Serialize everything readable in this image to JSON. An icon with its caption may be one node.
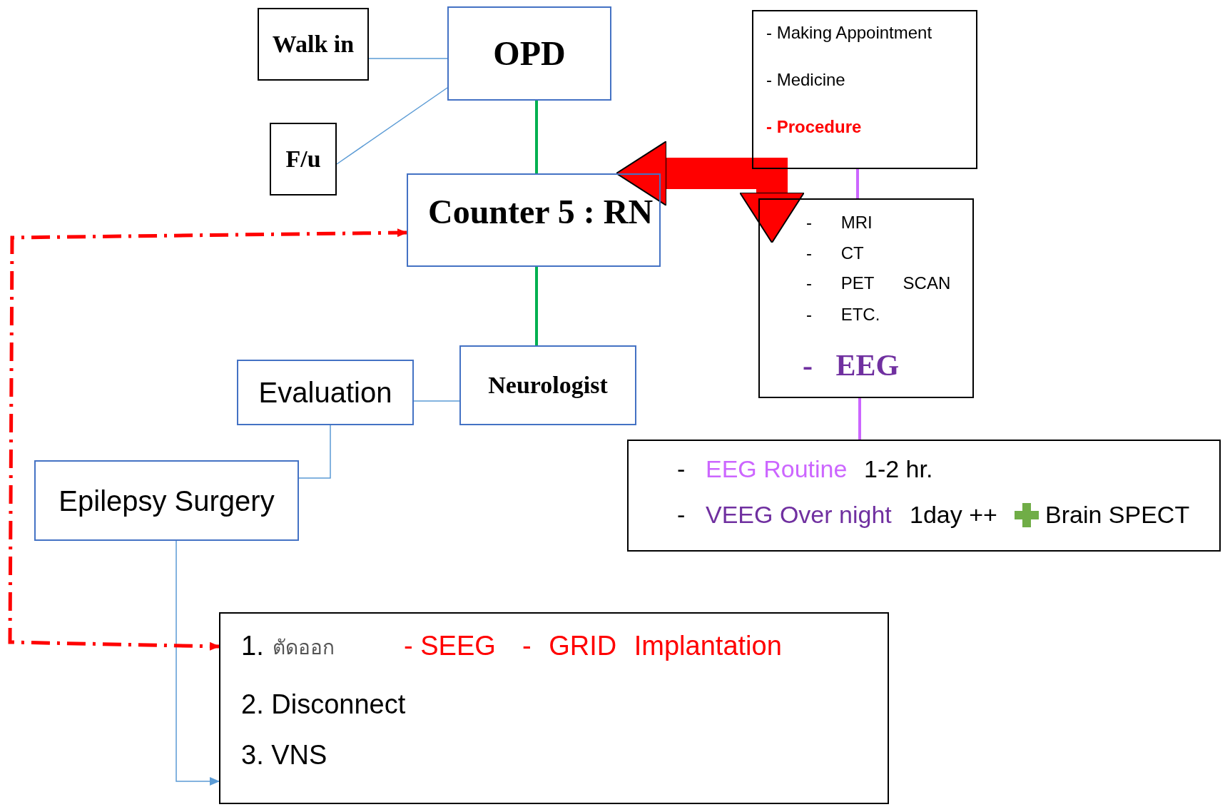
{
  "diagram": {
    "nodes": [
      {
        "text": [
          "Walk in"
        ]
      },
      {
        "text": [
          "OPD"
        ]
      },
      {
        "text": [
          "F/u"
        ]
      },
      {
        "text": [
          "Counter 5 : RN"
        ]
      },
      {
        "text": [
          "- Making Appointment",
          "- Medicine",
          "- Procedure"
        ]
      },
      {
        "text": [
          "- MRI",
          "- CT",
          "- PET SCAN",
          "- ETC.",
          "- EEG"
        ]
      },
      {
        "text": [
          "Neurologist"
        ]
      },
      {
        "text": [
          "Evaluation"
        ]
      },
      {
        "text": [
          "Epilepsy Surgery"
        ]
      },
      {
        "text": [
          "-",
          "EEG Routine",
          "1-2 hr.",
          "-",
          "VEEG Over night",
          "1day ++",
          "Brain SPECT"
        ]
      },
      {
        "text": [
          "1.",
          "ตัดออก",
          "- SEEG",
          "- GRID Implantation",
          "2. Disconnect",
          "3. VNS"
        ]
      }
    ],
    "edges": [
      {
        "from": 0,
        "to": 1,
        "arrow": "none"
      },
      {
        "from": 2,
        "to": 1,
        "arrow": "none"
      },
      {
        "from": 1,
        "to": 3,
        "arrow": "none",
        "color": "#00b050"
      },
      {
        "from": 3,
        "to": 6,
        "arrow": "none",
        "color": "#00b050"
      },
      {
        "from": 4,
        "to": 5,
        "arrow": "none",
        "color": "#cc66ff"
      },
      {
        "from": 5,
        "to": 9,
        "arrow": "none",
        "color": "#cc66ff"
      },
      {
        "from": 6,
        "to": 7,
        "arrow": "none"
      },
      {
        "from": 7,
        "to": 8,
        "arrow": "none"
      },
      {
        "from": 8,
        "to": 10,
        "arrow": "to"
      },
      {
        "from": 3,
        "to": 10,
        "arrow": "both",
        "style": "dashed",
        "color": "#ff0000"
      },
      {
        "from": 3,
        "to": 5,
        "arrow": "both",
        "style": "thick",
        "color": "#ff0000"
      }
    ]
  }
}
